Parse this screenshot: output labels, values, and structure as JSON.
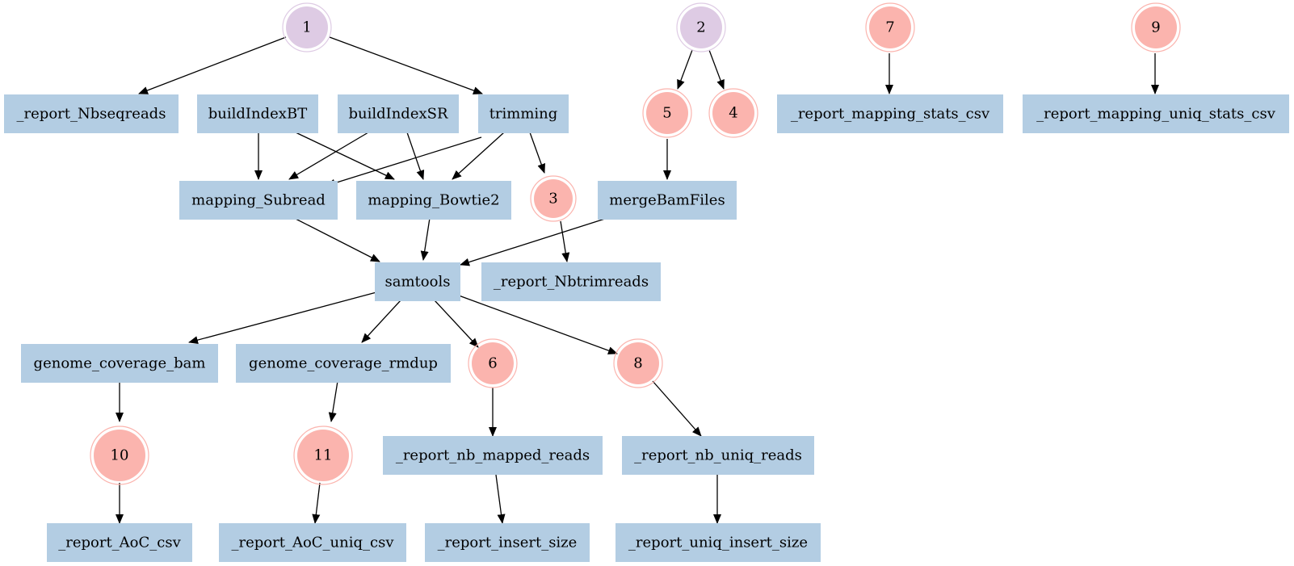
{
  "colors": {
    "task_box": "#b3cde3",
    "source_node": "#decbe4",
    "output_node": "#fbb4ae",
    "edge": "#000000"
  },
  "nodes": {
    "n1": "1",
    "n2": "2",
    "n3": "3",
    "n4": "4",
    "n5": "5",
    "n6": "6",
    "n7": "7",
    "n8": "8",
    "n9": "9",
    "n10": "10",
    "n11": "11",
    "report_nbseqreads": "_report_Nbseqreads",
    "buildindexbt": "buildIndexBT",
    "buildindexsr": "buildIndexSR",
    "trimming": "trimming",
    "report_mapping_stats_csv": "_report_mapping_stats_csv",
    "report_mapping_uniq_stats_csv": "_report_mapping_uniq_stats_csv",
    "mapping_subread": "mapping_Subread",
    "mapping_bowtie2": "mapping_Bowtie2",
    "mergebamfiles": "mergeBamFiles",
    "samtools": "samtools",
    "report_nbtrimreads": "_report_Nbtrimreads",
    "genome_coverage_bam": "genome_coverage_bam",
    "genome_coverage_rmdup": "genome_coverage_rmdup",
    "report_nb_mapped_reads": "_report_nb_mapped_reads",
    "report_nb_uniq_reads": "_report_nb_uniq_reads",
    "report_aoc_csv": "_report_AoC_csv",
    "report_aoc_uniq_csv": "_report_AoC_uniq_csv",
    "report_insert_size": "_report_insert_size",
    "report_uniq_insert_size": "_report_uniq_insert_size"
  }
}
